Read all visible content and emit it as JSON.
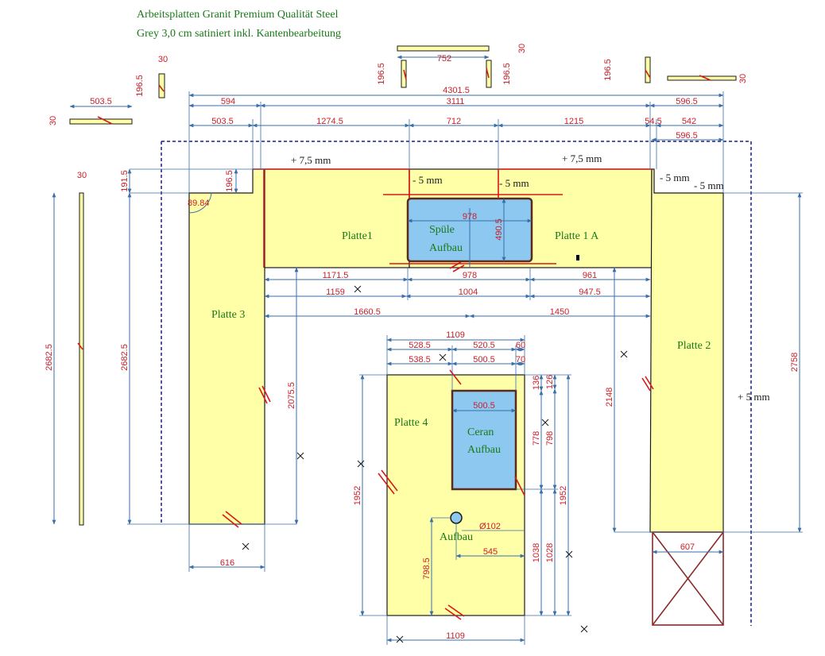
{
  "header": {
    "line1": "Arbeitsplatten Granit Premium Qualität Steel",
    "line2": "Grey 3,0 cm satiniert inkl. Kantenbearbeitung"
  },
  "parts": {
    "platte1": "Platte1",
    "platte1a": "Platte 1 A",
    "platte2": "Platte 2",
    "platte3": "Platte 3",
    "platte4": "Platte 4",
    "spuele1": "Spüle",
    "spuele2": "Aufbau",
    "ceran1": "Ceran",
    "ceran2": "Aufbau",
    "aufbau": "Aufbau"
  },
  "notes": {
    "plus75_left": "+ 7,5 mm",
    "plus75_right": "+ 7,5 mm",
    "minus5_a": "- 5 mm",
    "minus5_b": "- 5 mm",
    "minus5_c": "- 5 mm",
    "minus5_d": "- 5 mm",
    "plus5": "+ 5 mm"
  },
  "dims": {
    "top_total": "4301.5",
    "top_594": "594",
    "top_3111": "3111",
    "top_5965a": "596.5",
    "top_5035": "503.5",
    "top_12745": "1274.5",
    "top_712": "712",
    "top_1215": "1215",
    "top_545": "54.5",
    "top_542": "542",
    "top_5965b": "596.5",
    "strip_752": "752",
    "strip_5035": "503.5",
    "s30_a": "30",
    "s30_b": "30",
    "s30_c": "30",
    "s30_d": "30",
    "s30_e": "30",
    "s1965_a": "196.5",
    "s1965_b": "196.5",
    "s1965_c": "196.5",
    "s1965_d": "196.5",
    "s1965_e": "196.5",
    "d1915": "191.5",
    "angle": "89.84",
    "sink_978": "978",
    "sink_4905": "490.5",
    "r1_11715": "1171.5",
    "r1_978": "978",
    "r1_961": "961",
    "r2_1159": "1159",
    "r2_1004": "1004",
    "r2_9475": "947.5",
    "r3_16605": "1660.5",
    "r3_1450": "1450",
    "left_26825a": "2682.5",
    "left_26825b": "2682.5",
    "p3_20755": "2075.5",
    "p3_616": "616",
    "p2_2148": "2148",
    "p2_2758": "2758",
    "p2_607": "607",
    "i_1109_top": "1109",
    "i_5285": "528.5",
    "i_5205": "520.5",
    "i_60": "60",
    "i_5385": "538.5",
    "i_5005": "500.5",
    "i_70": "70",
    "i_136": "136",
    "i_126": "126",
    "c_5005": "500.5",
    "i_778": "778",
    "i_798": "798",
    "i_1952a": "1952",
    "i_1952b": "1952",
    "i_1038": "1038",
    "i_1028": "1028",
    "i_7985": "798.5",
    "i_545": "545",
    "i_o102": "Ø102",
    "i_1109_bot": "1109"
  }
}
